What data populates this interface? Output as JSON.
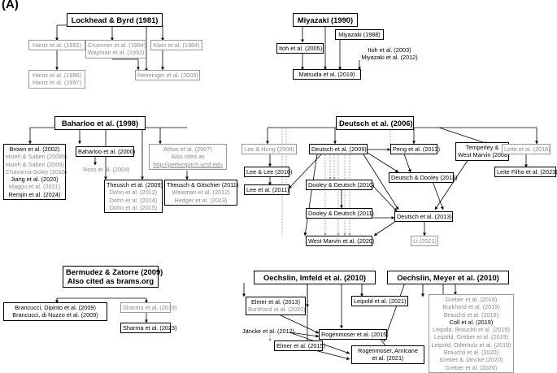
{
  "panel_label": "(A)",
  "nodes": {
    "lockhead": [
      "Lockhead & Byrd (1981)"
    ],
    "hantz92": [
      "Hantz et al. (1992)"
    ],
    "crummer": [
      "Crummer et al. (1994)",
      "Wayman et al. (1992)"
    ],
    "klein": [
      "Klein et al. (1984)"
    ],
    "hantz95": [
      "Hantz et al. (1995)",
      "Hantz et al. (1997)"
    ],
    "renninger": [
      "Renninger et al. (2003)"
    ],
    "miyazaki90": [
      "Miyazaki (1990)"
    ],
    "miyazaki88": [
      "Miyazaki (1988)"
    ],
    "itoh2005": [
      "Itoh et al. (2005)"
    ],
    "itoh2003": [
      "Itoh et al. (2003)",
      "Miyazaki et al. (2012)"
    ],
    "matsuda": [
      "Matsuda et al. (2019)"
    ],
    "baharloo98": [
      "Baharloo et al. (1998)"
    ],
    "brownlist": [
      "Brown et al. (2002)",
      "Hsieh & Saberi (2008b)",
      "Hsieh & Saberi (2009)",
      "Chavarria-Soley (2016)",
      "Jiang et al. (2020)",
      "Maggu et al. (2021)",
      "Remjin et al. (2024)"
    ],
    "baharloo2000": [
      "Baharloo et al. (2000)"
    ],
    "ross": [
      "Ross et al. (2004)"
    ],
    "athos": [
      "Athos et al. (2007)",
      "Also cited as",
      "http://perfectpitch.ucsf.edu"
    ],
    "theusch2009": [
      "Theusch et al. (2009)",
      "Dohn et al. (2012)",
      "Dohn et al. (2014)",
      "Dohn et al. (2015)"
    ],
    "theuschgit": [
      "Theusch & Gitschier (2011)",
      "Weisman et al. (2012)",
      "Hedger et al. (2013)"
    ],
    "deutsch2006": [
      "Deutsch et al. (2006)"
    ],
    "leehung": [
      "Lee & Hung (2008)"
    ],
    "deutsch2009": [
      "Deutsch et al. (2009)"
    ],
    "peng": [
      "Peng et al. (2013)"
    ],
    "temperley": [
      "Temperley &",
      "West Marvin (2008)"
    ],
    "leite2016": [
      "Leite et al. (2016)"
    ],
    "leite2023": [
      "Leite Filho et al. (2023)"
    ],
    "leelee2010": [
      "Lee & Lee (2010)"
    ],
    "leelee2011": [
      "Lee et al. (2011)"
    ],
    "dd2013": [
      "Deutsch & Dooley (2013)"
    ],
    "dd2010": [
      "Dooley & Deutsch (2010)"
    ],
    "dd2011": [
      "Dooley & Deutsch (2011)"
    ],
    "deutsch2013": [
      "Deutsch et al. (2013)"
    ],
    "westmarvin": [
      "West Marvin et al. (2020)"
    ],
    "li2021": [
      "Li (2021)"
    ],
    "bermudez": [
      "Bermudez & Zatorre (2009)",
      "Also cited as brams.org"
    ],
    "brancucci": [
      "Brancucci, Dipinto et al. (2009)",
      "Brancucci, di Nuzzo et al. (2009)"
    ],
    "sharma2019": [
      "Sharma et al. (2019)"
    ],
    "sharma2023": [
      "Sharma et al. (2023)"
    ],
    "oechslin_imfeld": [
      "Oechslin, Imfeld et al. (2010)"
    ],
    "oechslin_meyer": [
      "Oechslin, Meyer et al. (2010)"
    ],
    "elmer2013": [
      "Elmer et al. (2013)",
      "Burkhard et al. (2020)"
    ],
    "leipold2021": [
      "Leipold et al. (2021)"
    ],
    "jancke": [
      "Jäncke et al. (2012)"
    ],
    "rogenmoser2015": [
      "Rogenmoser et al. (2015)"
    ],
    "elmer2015": [
      "Elmer et al. (2015)"
    ],
    "rogenmoser2021": [
      "Rogenmoser, Arnicane",
      "et al. (2021)"
    ],
    "greberlist": [
      "Greber et al. (2018)",
      "Burkhard et al. (2019)",
      "Brauchli et al. (2019)",
      "Coll et al. (2019)",
      "Leipold, Brauchli et al. (2019)",
      "Leipold, Greber et al. (2019)",
      "Leipold, Oderbolz et al. (2019)",
      "Brauchli et al. (2020)",
      "Greber & Jäncke (2020)",
      "Greber et al. (2020)"
    ]
  }
}
